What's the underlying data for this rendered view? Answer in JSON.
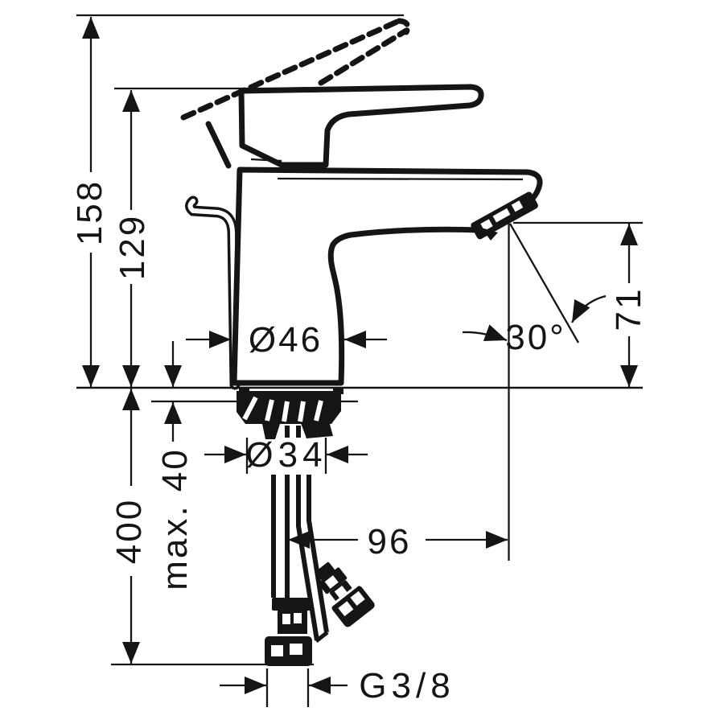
{
  "colors": {
    "ink": "#151515",
    "paper": "#ffffff"
  },
  "drawing": {
    "type": "faucet-dimension-drawing",
    "labels": {
      "total_height": "158",
      "handle_height": "129",
      "body_diameter": "Ø46",
      "spout_angle": "30°",
      "outlet_height": "71",
      "hole_diameter": "Ø34",
      "max_counter_thickness": "max. 40",
      "hose_length": "400",
      "outlet_reach": "96",
      "connection_thread": "G3/8"
    }
  }
}
